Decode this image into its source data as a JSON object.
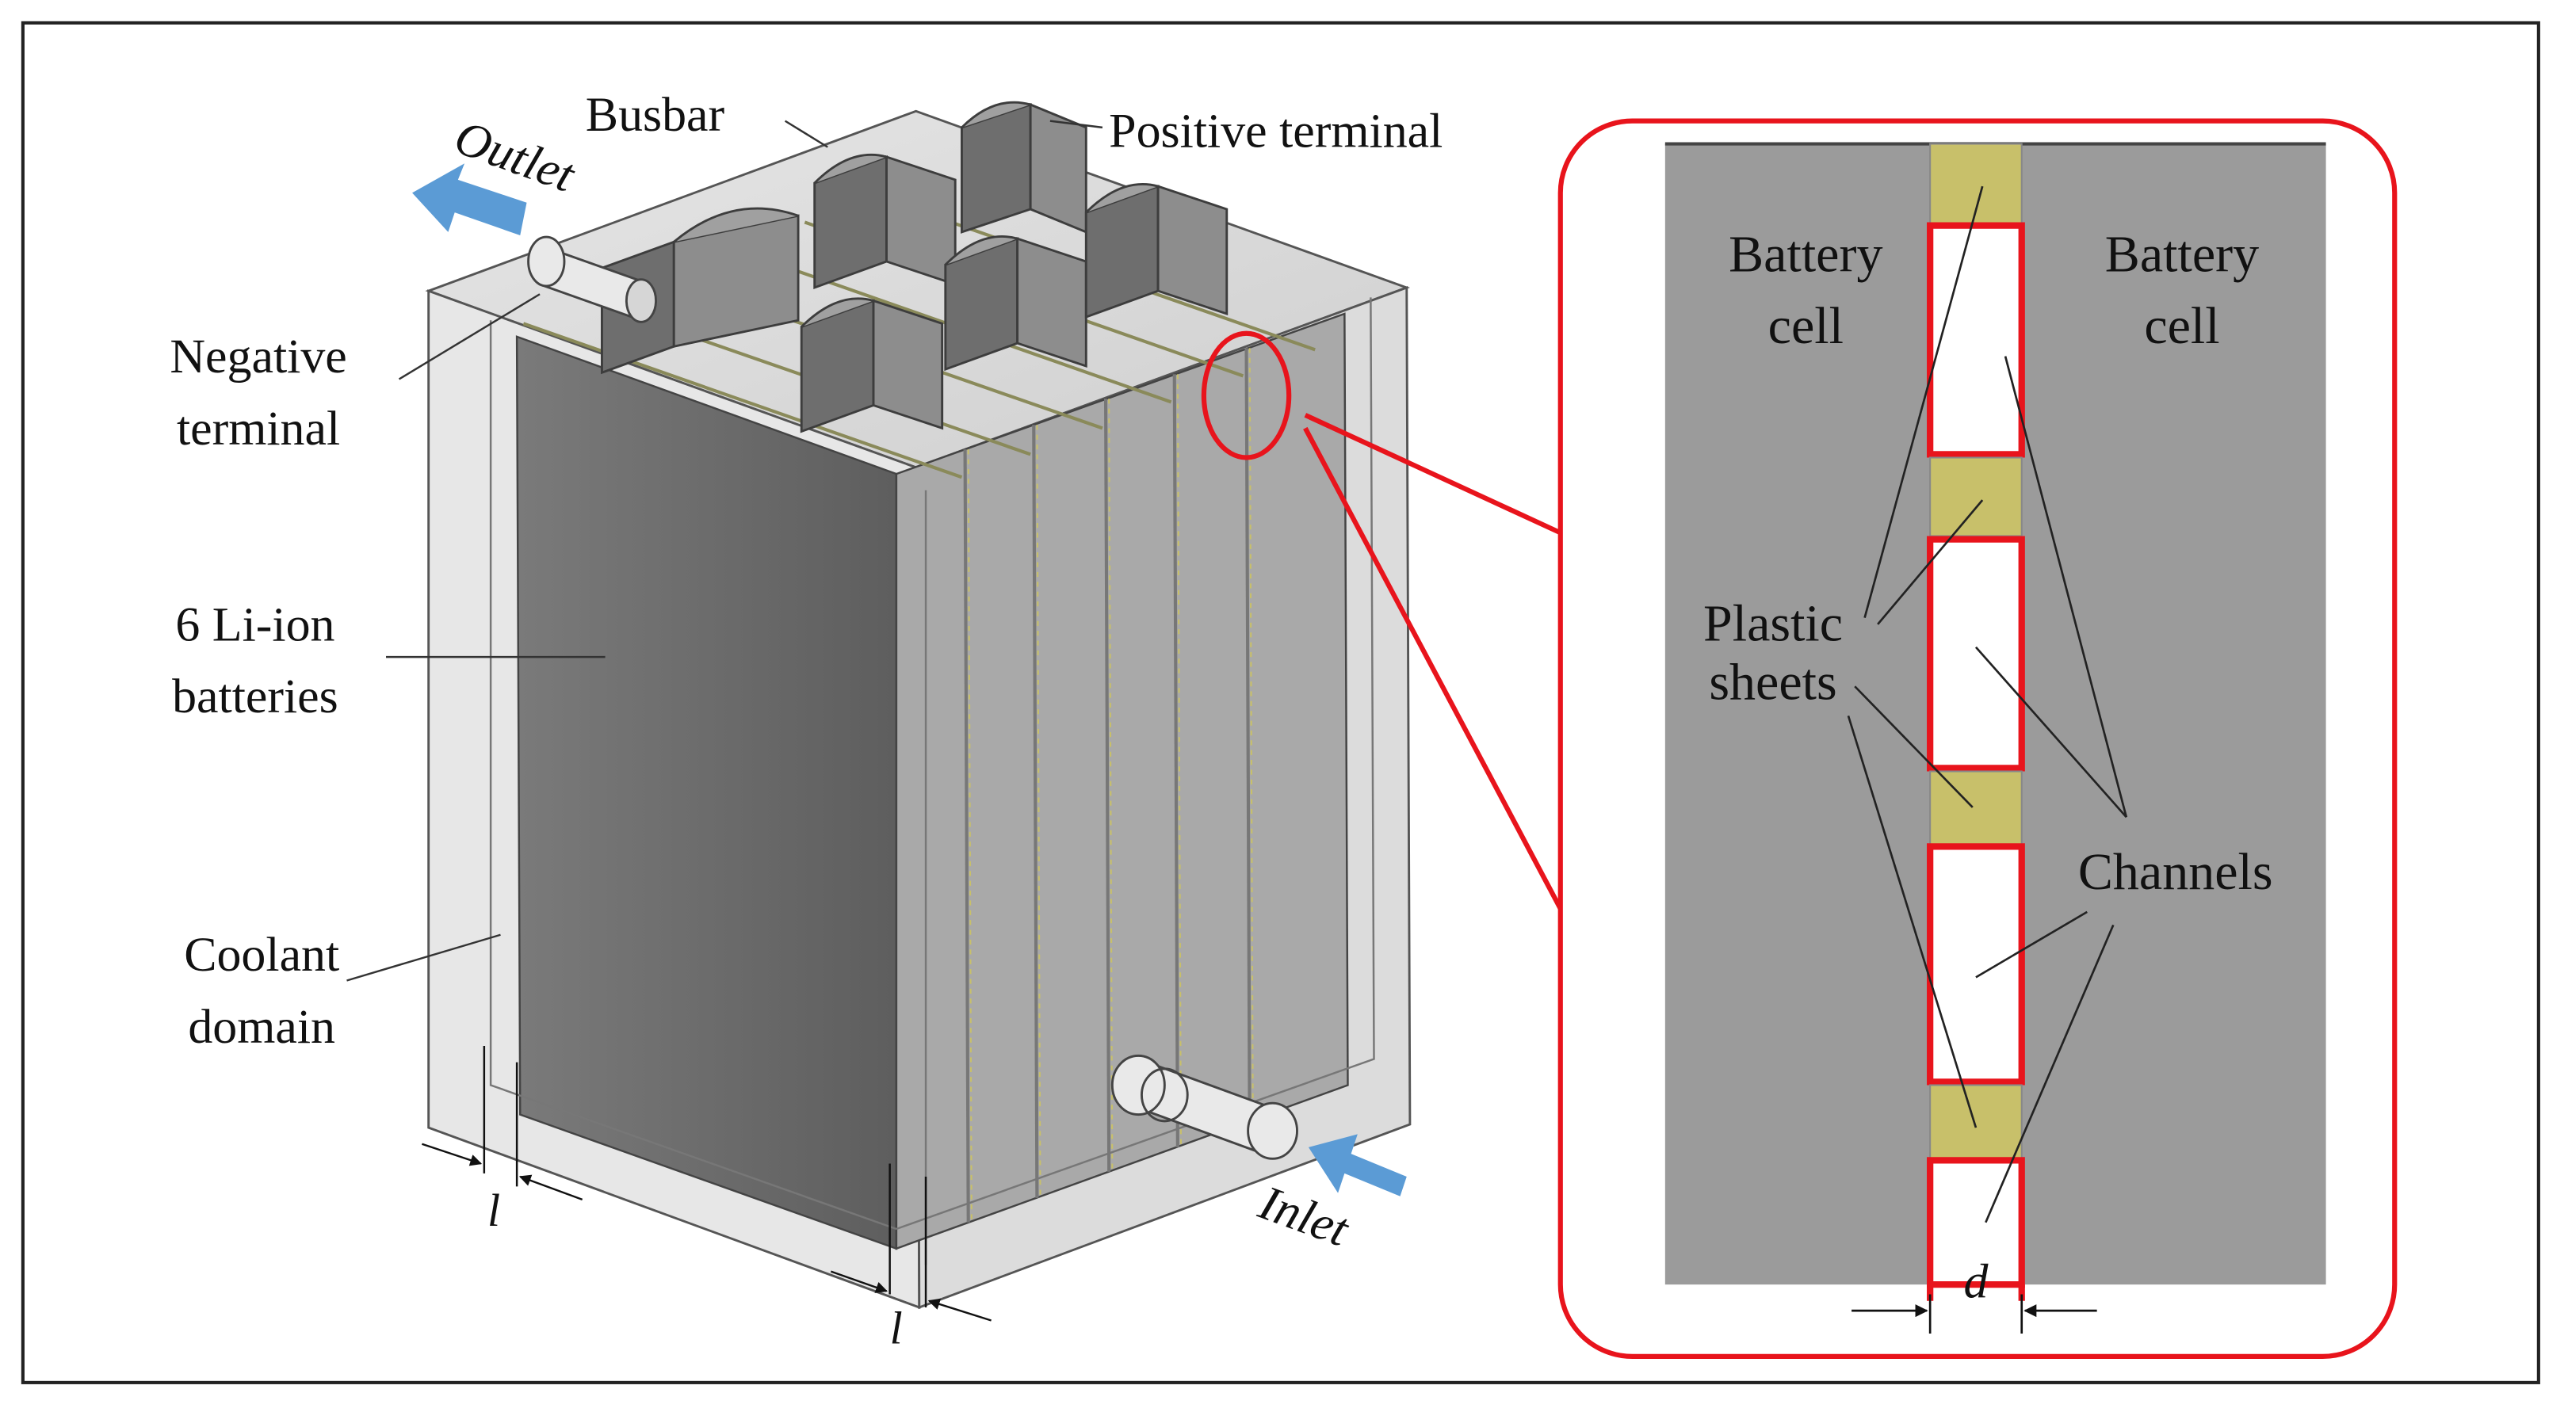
{
  "labels": {
    "busbar": "Busbar",
    "positive_terminal": "Positive terminal",
    "outlet": "Outlet",
    "inlet": "Inlet",
    "negative_terminal_1": "Negative",
    "negative_terminal_2": "terminal",
    "batteries_1": "6 Li-ion",
    "batteries_2": "batteries",
    "coolant_1": "Coolant",
    "coolant_2": "domain",
    "dim_l": "l",
    "dim_d": "d"
  },
  "detail": {
    "battery_cell_1": "Battery",
    "battery_cell_2": "cell",
    "plastic_1": "Plastic",
    "plastic_2": "sheets",
    "channels": "Channels"
  },
  "colors": {
    "highlight": "#e8141c",
    "flow_arrow": "#5b9bd5",
    "cell_grey": "#9b9b9b",
    "plastic": "#c8c06a",
    "panel_edge": "#555555"
  }
}
